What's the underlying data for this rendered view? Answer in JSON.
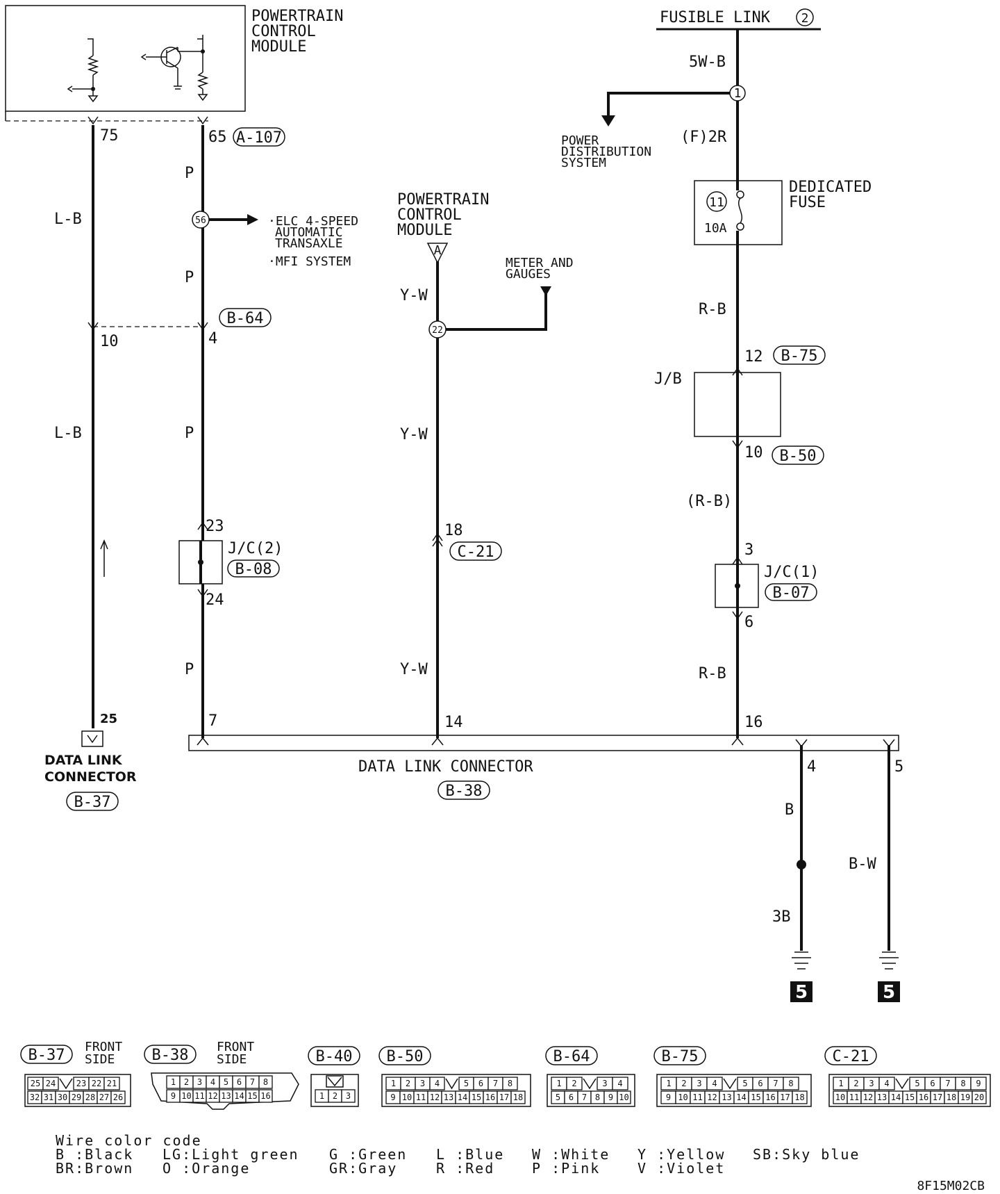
{
  "pcm_top": {
    "title_lines": [
      "POWERTRAIN",
      "CONTROL",
      "MODULE"
    ]
  },
  "fusible_link": {
    "label": "FUSIBLE LINK",
    "number": "2"
  },
  "wires": {
    "l_b_1": "L-B",
    "l_b_2": "L-B",
    "p_1": "P",
    "p_2": "P",
    "p_3": "P",
    "p_4": "P",
    "y_w_1": "Y-W",
    "y_w_2": "Y-W",
    "y_w_3": "Y-W",
    "w5_b": "5W-B",
    "f2r": "(F)2R",
    "r_b_1": "R-B",
    "r_b_2": "(R-B)",
    "r_b_3": "R-B",
    "b": "B",
    "b_w": "B-W",
    "g3b": "3B"
  },
  "pins": {
    "p75": "75",
    "p65": "65",
    "p10": "10",
    "p4": "4",
    "p23": "23",
    "p24": "24",
    "p25": "25",
    "p7": "7",
    "p14": "14",
    "p18": "18",
    "p16": "16",
    "p12": "12",
    "p10b": "10",
    "p3": "3",
    "p6": "6",
    "p4b": "4",
    "p5": "5"
  },
  "connectors": {
    "a107": "A-107",
    "b64": "B-64",
    "b08": "B-08",
    "c21": "C-21",
    "b75": "B-75",
    "b50": "B-50",
    "b07": "B-07",
    "b37": "B-37",
    "b38": "B-38"
  },
  "junctions": {
    "j1": "1",
    "j56": "56",
    "j22": "22",
    "fuse_no": "11",
    "fuse_amp": "10A"
  },
  "notes": {
    "elc_lines": [
      "·ELC 4-SPEED",
      "AUTOMATIC",
      "TRANSAXLE"
    ],
    "mfi": "·MFI SYSTEM",
    "pds_lines": [
      "POWER",
      "DISTRIBUTION",
      "SYSTEM"
    ],
    "pcm2_lines": [
      "POWERTRAIN",
      "CONTROL",
      "MODULE"
    ],
    "pcm2_tag": "A",
    "meter_lines": [
      "METER AND",
      "GAUGES"
    ],
    "ded_fuse_lines": [
      "DEDICATED",
      "FUSE"
    ],
    "jb": "J/B",
    "jc2": "J/C(2)",
    "jc1": "J/C(1)",
    "dlc_left_lines": [
      "DATA LINK",
      "CONNECTOR"
    ],
    "dlc_main": "DATA LINK CONNECTOR",
    "ground_no": "5"
  },
  "connector_views": {
    "b37": {
      "label": "B-37",
      "side": [
        "FRONT",
        "SIDE"
      ],
      "row1": [
        "25",
        "24",
        "",
        "23",
        "22",
        "21"
      ],
      "row2": [
        "32",
        "31",
        "30",
        "29",
        "28",
        "27",
        "26"
      ]
    },
    "b38": {
      "label": "B-38",
      "side": [
        "FRONT",
        "SIDE"
      ],
      "row1": [
        "1",
        "2",
        "3",
        "4",
        "5",
        "6",
        "7",
        "8"
      ],
      "row2": [
        "9",
        "10",
        "11",
        "12",
        "13",
        "14",
        "15",
        "16"
      ]
    },
    "b40": {
      "label": "B-40",
      "row2": [
        "1",
        "2",
        "3"
      ]
    },
    "b50": {
      "label": "B-50",
      "row1": [
        "1",
        "2",
        "3",
        "4",
        "",
        "5",
        "6",
        "7",
        "8"
      ],
      "row2": [
        "9",
        "10",
        "11",
        "12",
        "13",
        "14",
        "15",
        "16",
        "17",
        "18"
      ]
    },
    "b64": {
      "label": "B-64",
      "row1": [
        "1",
        "2",
        "",
        "3",
        "4"
      ],
      "row2": [
        "5",
        "6",
        "7",
        "8",
        "9",
        "10"
      ]
    },
    "b75": {
      "label": "B-75",
      "row1": [
        "1",
        "2",
        "3",
        "4",
        "",
        "5",
        "6",
        "7",
        "8"
      ],
      "row2": [
        "9",
        "10",
        "11",
        "12",
        "13",
        "14",
        "15",
        "16",
        "17",
        "18"
      ]
    },
    "c21": {
      "label": "C-21",
      "row1": [
        "1",
        "2",
        "3",
        "4",
        "",
        "5",
        "6",
        "7",
        "8",
        "9"
      ],
      "row2": [
        "10",
        "11",
        "12",
        "13",
        "14",
        "15",
        "16",
        "17",
        "18",
        "19",
        "20"
      ]
    }
  },
  "legend": {
    "title": "Wire color code",
    "col1": [
      "B :Black",
      "BR:Brown"
    ],
    "col2": [
      "LG:Light green",
      "O :Orange"
    ],
    "col3": [
      "G :Green",
      "GR:Gray"
    ],
    "col4": [
      "L :Blue",
      "R :Red"
    ],
    "col5": [
      "W :White",
      "P :Pink"
    ],
    "col6": [
      "Y :Yellow",
      "V :Violet"
    ],
    "col7": [
      "SB:Sky blue"
    ]
  },
  "figure_code": "8F15M02CB"
}
